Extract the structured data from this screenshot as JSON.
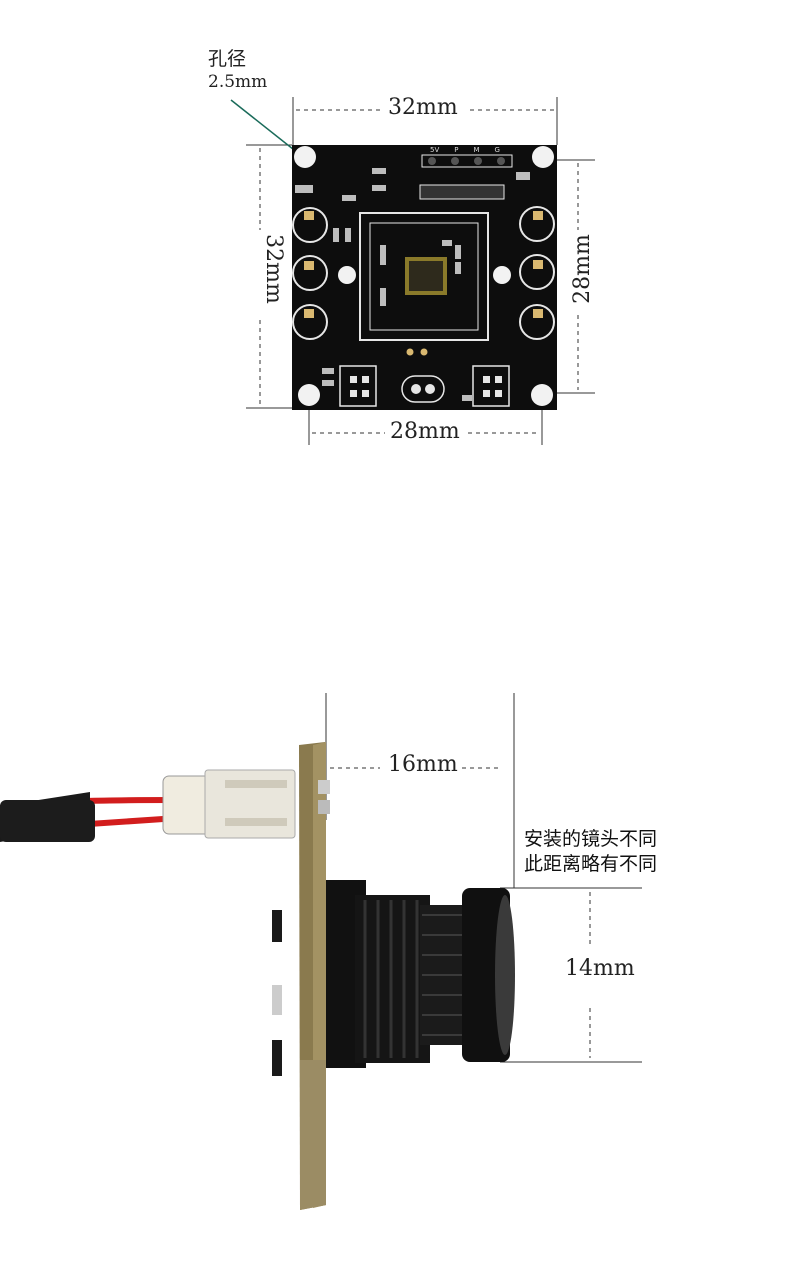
{
  "top_view": {
    "hole_label": "孔径",
    "hole_value": "2.5mm",
    "width_label": "32mm",
    "height_label": "32mm",
    "hole_spacing_vertical": "28mm",
    "hole_spacing_horizontal": "28mm",
    "header_pins": [
      "5V",
      "P",
      "M",
      "G"
    ]
  },
  "side_view": {
    "depth_label": "16mm",
    "lens_diameter_label": "14mm",
    "note_line1": "安装的镜头不同",
    "note_line2": "此距离略有不同"
  },
  "colors": {
    "pcb": "#0d0d0d",
    "silkscreen": "#e8e8e8",
    "dimension_line": "#333333",
    "leader_line": "#1a6b5a",
    "wire_red": "#d21d1d",
    "wire_black": "#1a1a1a"
  }
}
